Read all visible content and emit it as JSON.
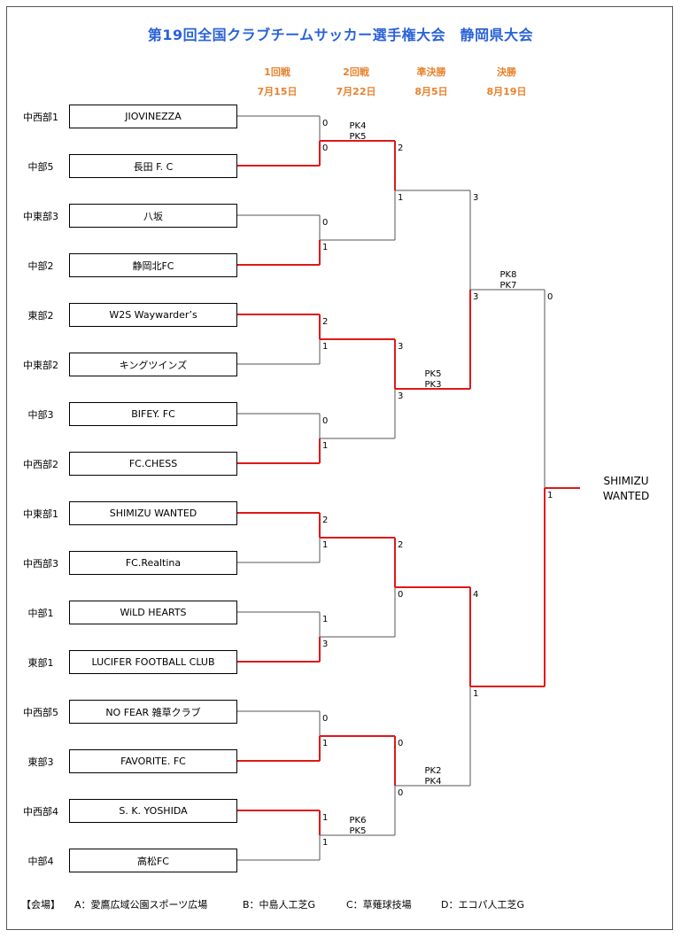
{
  "title": "第19回全国クラブチームサッカー選手権大会　静岡県大会",
  "rounds": [
    {
      "name": "1回戦",
      "date": "7月15日"
    },
    {
      "name": "2回戦",
      "date": "7月22日"
    },
    {
      "name": "準決勝",
      "date": "8月5日"
    },
    {
      "name": "決勝",
      "date": "8月19日"
    }
  ],
  "teams": [
    {
      "region": "中西部1",
      "name": "JIOVINEZZA"
    },
    {
      "region": "中部5",
      "name": "長田 F. C"
    },
    {
      "region": "中東部3",
      "name": "八坂"
    },
    {
      "region": "中部2",
      "name": "静岡北FC"
    },
    {
      "region": "東部2",
      "name": "W2S Waywarder’s"
    },
    {
      "region": "中東部2",
      "name": "キングツインズ"
    },
    {
      "region": "中部3",
      "name": "BIFEY. FC"
    },
    {
      "region": "中西部2",
      "name": "FC.CHESS"
    },
    {
      "region": "中東部1",
      "name": "SHIMIZU WANTED"
    },
    {
      "region": "中西部3",
      "name": "FC.Realtina"
    },
    {
      "region": "中部1",
      "name": "WiLD HEARTS"
    },
    {
      "region": "東部1",
      "name": "LUCIFER FOOTBALL CLUB"
    },
    {
      "region": "中西部5",
      "name": "NO FEAR 雑草クラブ"
    },
    {
      "region": "東部3",
      "name": "FAVORITE. FC"
    },
    {
      "region": "中西部4",
      "name": "S. K. YOSHIDA"
    },
    {
      "region": "中部4",
      "name": "高松FC"
    }
  ],
  "round1": [
    {
      "top": "0",
      "bottom": "0",
      "pk_top": "PK4",
      "pk_bottom": "PK5",
      "winner": "bottom"
    },
    {
      "top": "0",
      "bottom": "1",
      "winner": "bottom"
    },
    {
      "top": "2",
      "bottom": "1",
      "winner": "top"
    },
    {
      "top": "0",
      "bottom": "1",
      "winner": "bottom"
    },
    {
      "top": "2",
      "bottom": "1",
      "winner": "top"
    },
    {
      "top": "1",
      "bottom": "3",
      "winner": "bottom"
    },
    {
      "top": "0",
      "bottom": "1",
      "winner": "bottom"
    },
    {
      "top": "1",
      "bottom": "1",
      "pk_top": "PK6",
      "pk_bottom": "PK5",
      "winner": "top"
    }
  ],
  "round2": [
    {
      "top": "2",
      "bottom": "1",
      "winner": "top"
    },
    {
      "top": "3",
      "bottom": "3",
      "pk_top": "PK5",
      "pk_bottom": "PK3",
      "winner": "top"
    },
    {
      "top": "2",
      "bottom": "0",
      "winner": "top"
    },
    {
      "top": "0",
      "bottom": "0",
      "pk_top": "PK2",
      "pk_bottom": "PK4",
      "winner": "top"
    }
  ],
  "semifinal": [
    {
      "top": "3",
      "bottom": "3",
      "pk_top": "PK8",
      "pk_bottom": "PK7",
      "winner": "bottom"
    },
    {
      "top": "4",
      "bottom": "1",
      "winner": "top"
    }
  ],
  "final": {
    "top": "0",
    "bottom": "1",
    "winner": "bottom"
  },
  "champion": {
    "line1": "SHIMIZU",
    "line2": "WANTED"
  },
  "venues": {
    "label": "【会場】",
    "a": "A：愛鷹広域公園スポーツ広場",
    "b": "B：中島人工芝G",
    "c": "C：草薙球技場",
    "d": "D：エコパ人工芝G"
  },
  "colors": {
    "win": "#e01818",
    "line": "#555555",
    "title": "#2a62d8",
    "round": "#e8822e"
  }
}
